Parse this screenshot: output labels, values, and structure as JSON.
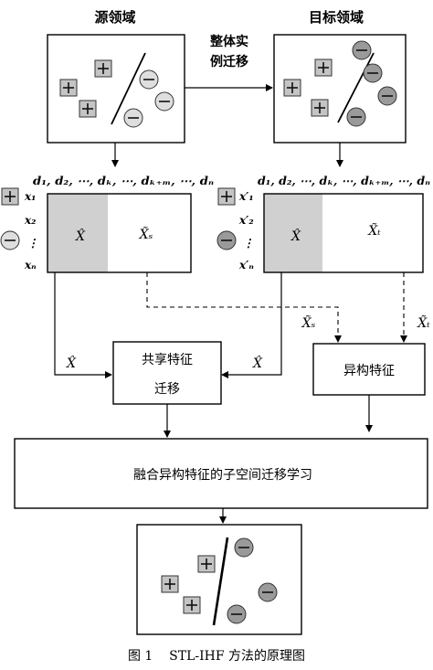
{
  "top_labels": {
    "source_domain": "源领域",
    "target_domain": "目标领域"
  },
  "transfer_label": {
    "line1": "整体实",
    "line2": "例迁移"
  },
  "feature_header_src": "d₁, d₂, ⋯, dₖ, ⋯, dₖ₊ₘ, ⋯, dₙ",
  "feature_header_tgt": "d₁, d₂, ⋯, dₖ, ⋯, dₖ₊ₘ, ⋯, dₙ",
  "src_instances": [
    "x₁",
    "x₂",
    "⋮",
    "xₙ"
  ],
  "tgt_instances": [
    "x′₁",
    "x′₂",
    "⋮",
    "x′ₙ"
  ],
  "matrix_labels": {
    "shared": "X̂",
    "src_specific": "X̃ₛ",
    "tgt_specific": "X̃ₜ"
  },
  "edge_labels": {
    "shared_left": "X̂",
    "shared_right": "X̂",
    "src_hetero": "X̃ₛ",
    "tgt_hetero": "X̃ₜ"
  },
  "boxes": {
    "shared_transfer_line1": "共享特征",
    "shared_transfer_line2": "迁移",
    "hetero_features": "异构特征",
    "fusion": "融合异构特征的子空间迁移学习"
  },
  "caption": "图 1    STL-IHF 方法的原理图",
  "colors": {
    "square": "#c4c4c4",
    "circle_src": "#dedede",
    "circle_tgt": "#9a9a9a",
    "shaded": "#d0d0d0"
  }
}
